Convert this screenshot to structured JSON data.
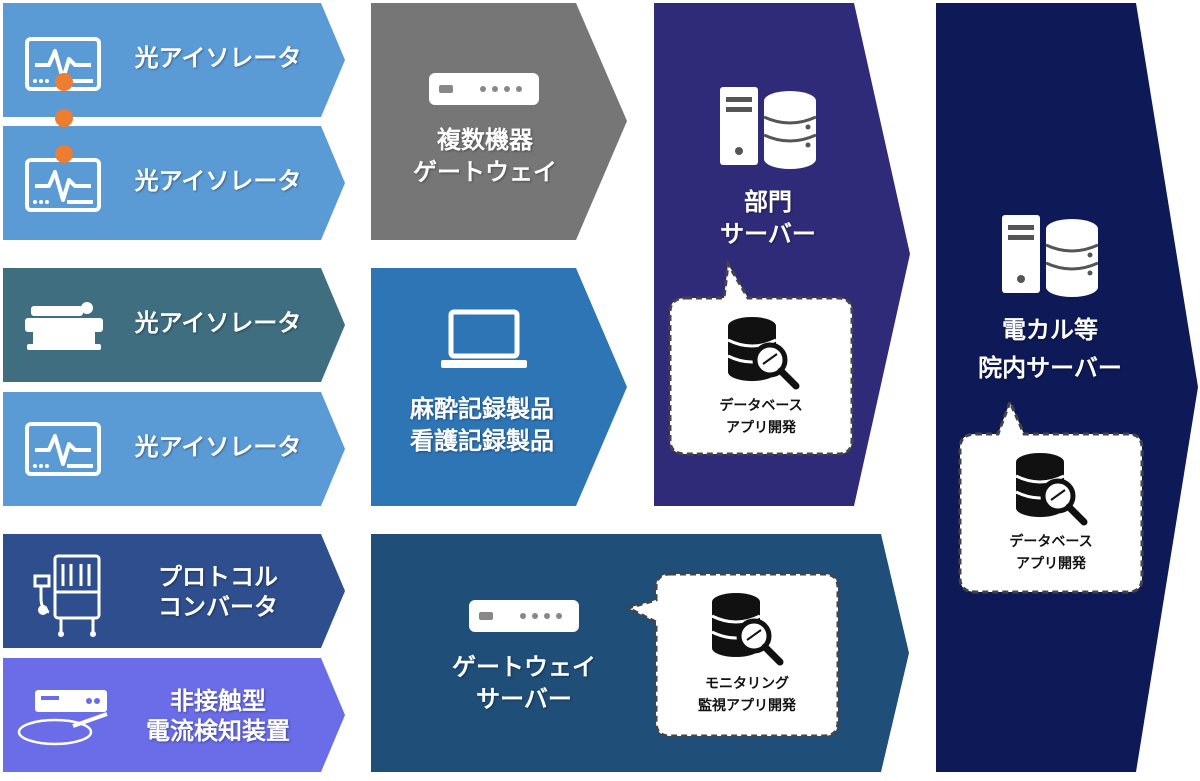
{
  "colors": {
    "device_blue": "#5B9BD5",
    "device_teal": "#3E6E80",
    "device_navy": "#2E4E8E",
    "device_violet": "#6A6CE8",
    "gateway_gray": "#767676",
    "record_blue": "#2E75B6",
    "dept_purple": "#2F2B78",
    "hospital_navy": "#0D1A57",
    "gw_server_blue": "#1F4E79",
    "connector_orange": "#ED7D31"
  },
  "devices": [
    {
      "label": "光アイソレータ",
      "icon": "monitor-icon"
    },
    {
      "label": "光アイソレータ",
      "icon": "monitor-icon"
    },
    {
      "label": "光アイソレータ",
      "icon": "medical-device-icon"
    },
    {
      "label": "光アイソレータ",
      "icon": "monitor-icon"
    },
    {
      "label_lines": [
        "プロトコル",
        "コンバータ"
      ],
      "icon": "ventilator-icon"
    },
    {
      "label_lines": [
        "非接触型",
        "電流検知装置"
      ],
      "icon": "sensor-device-icon"
    }
  ],
  "gateway_multi": {
    "lines": [
      "複数機器",
      "ゲートウェイ"
    ],
    "icon": "gateway-icon"
  },
  "records": {
    "lines": [
      "麻酔記録製品",
      "看護記録製品"
    ],
    "icon": "laptop-icon"
  },
  "gateway_server": {
    "lines": [
      "ゲートウェイ",
      "サーバー"
    ],
    "icon": "gateway-icon"
  },
  "dept_server": {
    "lines": [
      "部門",
      "サーバー"
    ],
    "icon": "server-icon"
  },
  "hospital_server": {
    "lines": [
      "電カル等",
      "院内サーバー"
    ],
    "icon": "server-icon"
  },
  "bubbles": {
    "dept": {
      "lines": [
        "データベース",
        "アプリ開発"
      ],
      "icon": "database-search-icon"
    },
    "hospital": {
      "lines": [
        "データベース",
        "アプリ開発"
      ],
      "icon": "database-search-icon"
    },
    "gateway": {
      "lines": [
        "モニタリング",
        "監視アプリ開発"
      ],
      "icon": "database-search-icon"
    }
  }
}
